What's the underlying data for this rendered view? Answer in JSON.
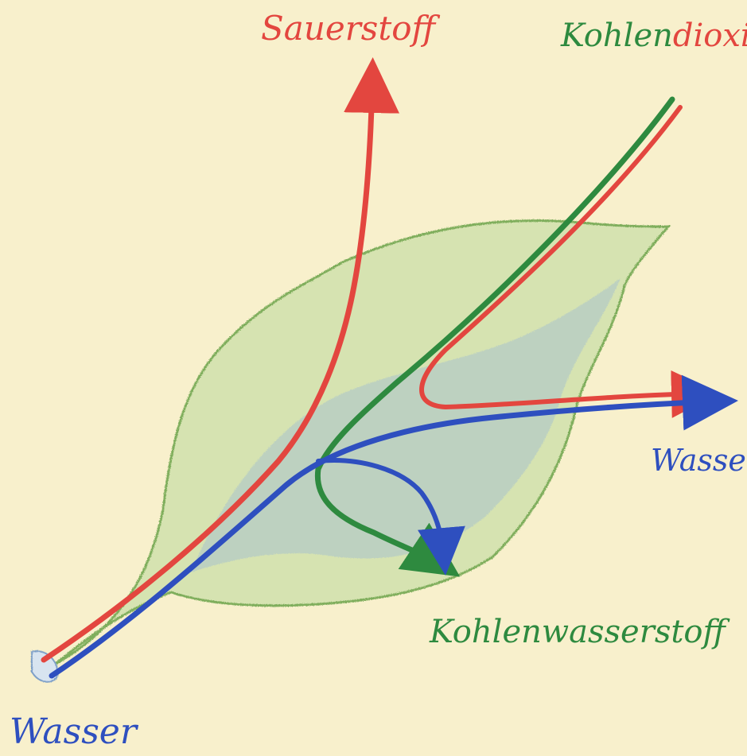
{
  "labels": {
    "oxygen": "Sauerstoff",
    "co2_part1": "Kohlen",
    "co2_part2": "dioxid",
    "water_out": "Wasser",
    "carbohydrate": "Kohlenwasserstoff",
    "water_in": "Wasser"
  },
  "colors": {
    "background": "#f7f1d8",
    "leaf": "#8fbf6a",
    "leaf_shadow": "#7aa3d6",
    "red": "#e3463f",
    "green": "#2e8a3f",
    "blue": "#2e4fbf"
  }
}
